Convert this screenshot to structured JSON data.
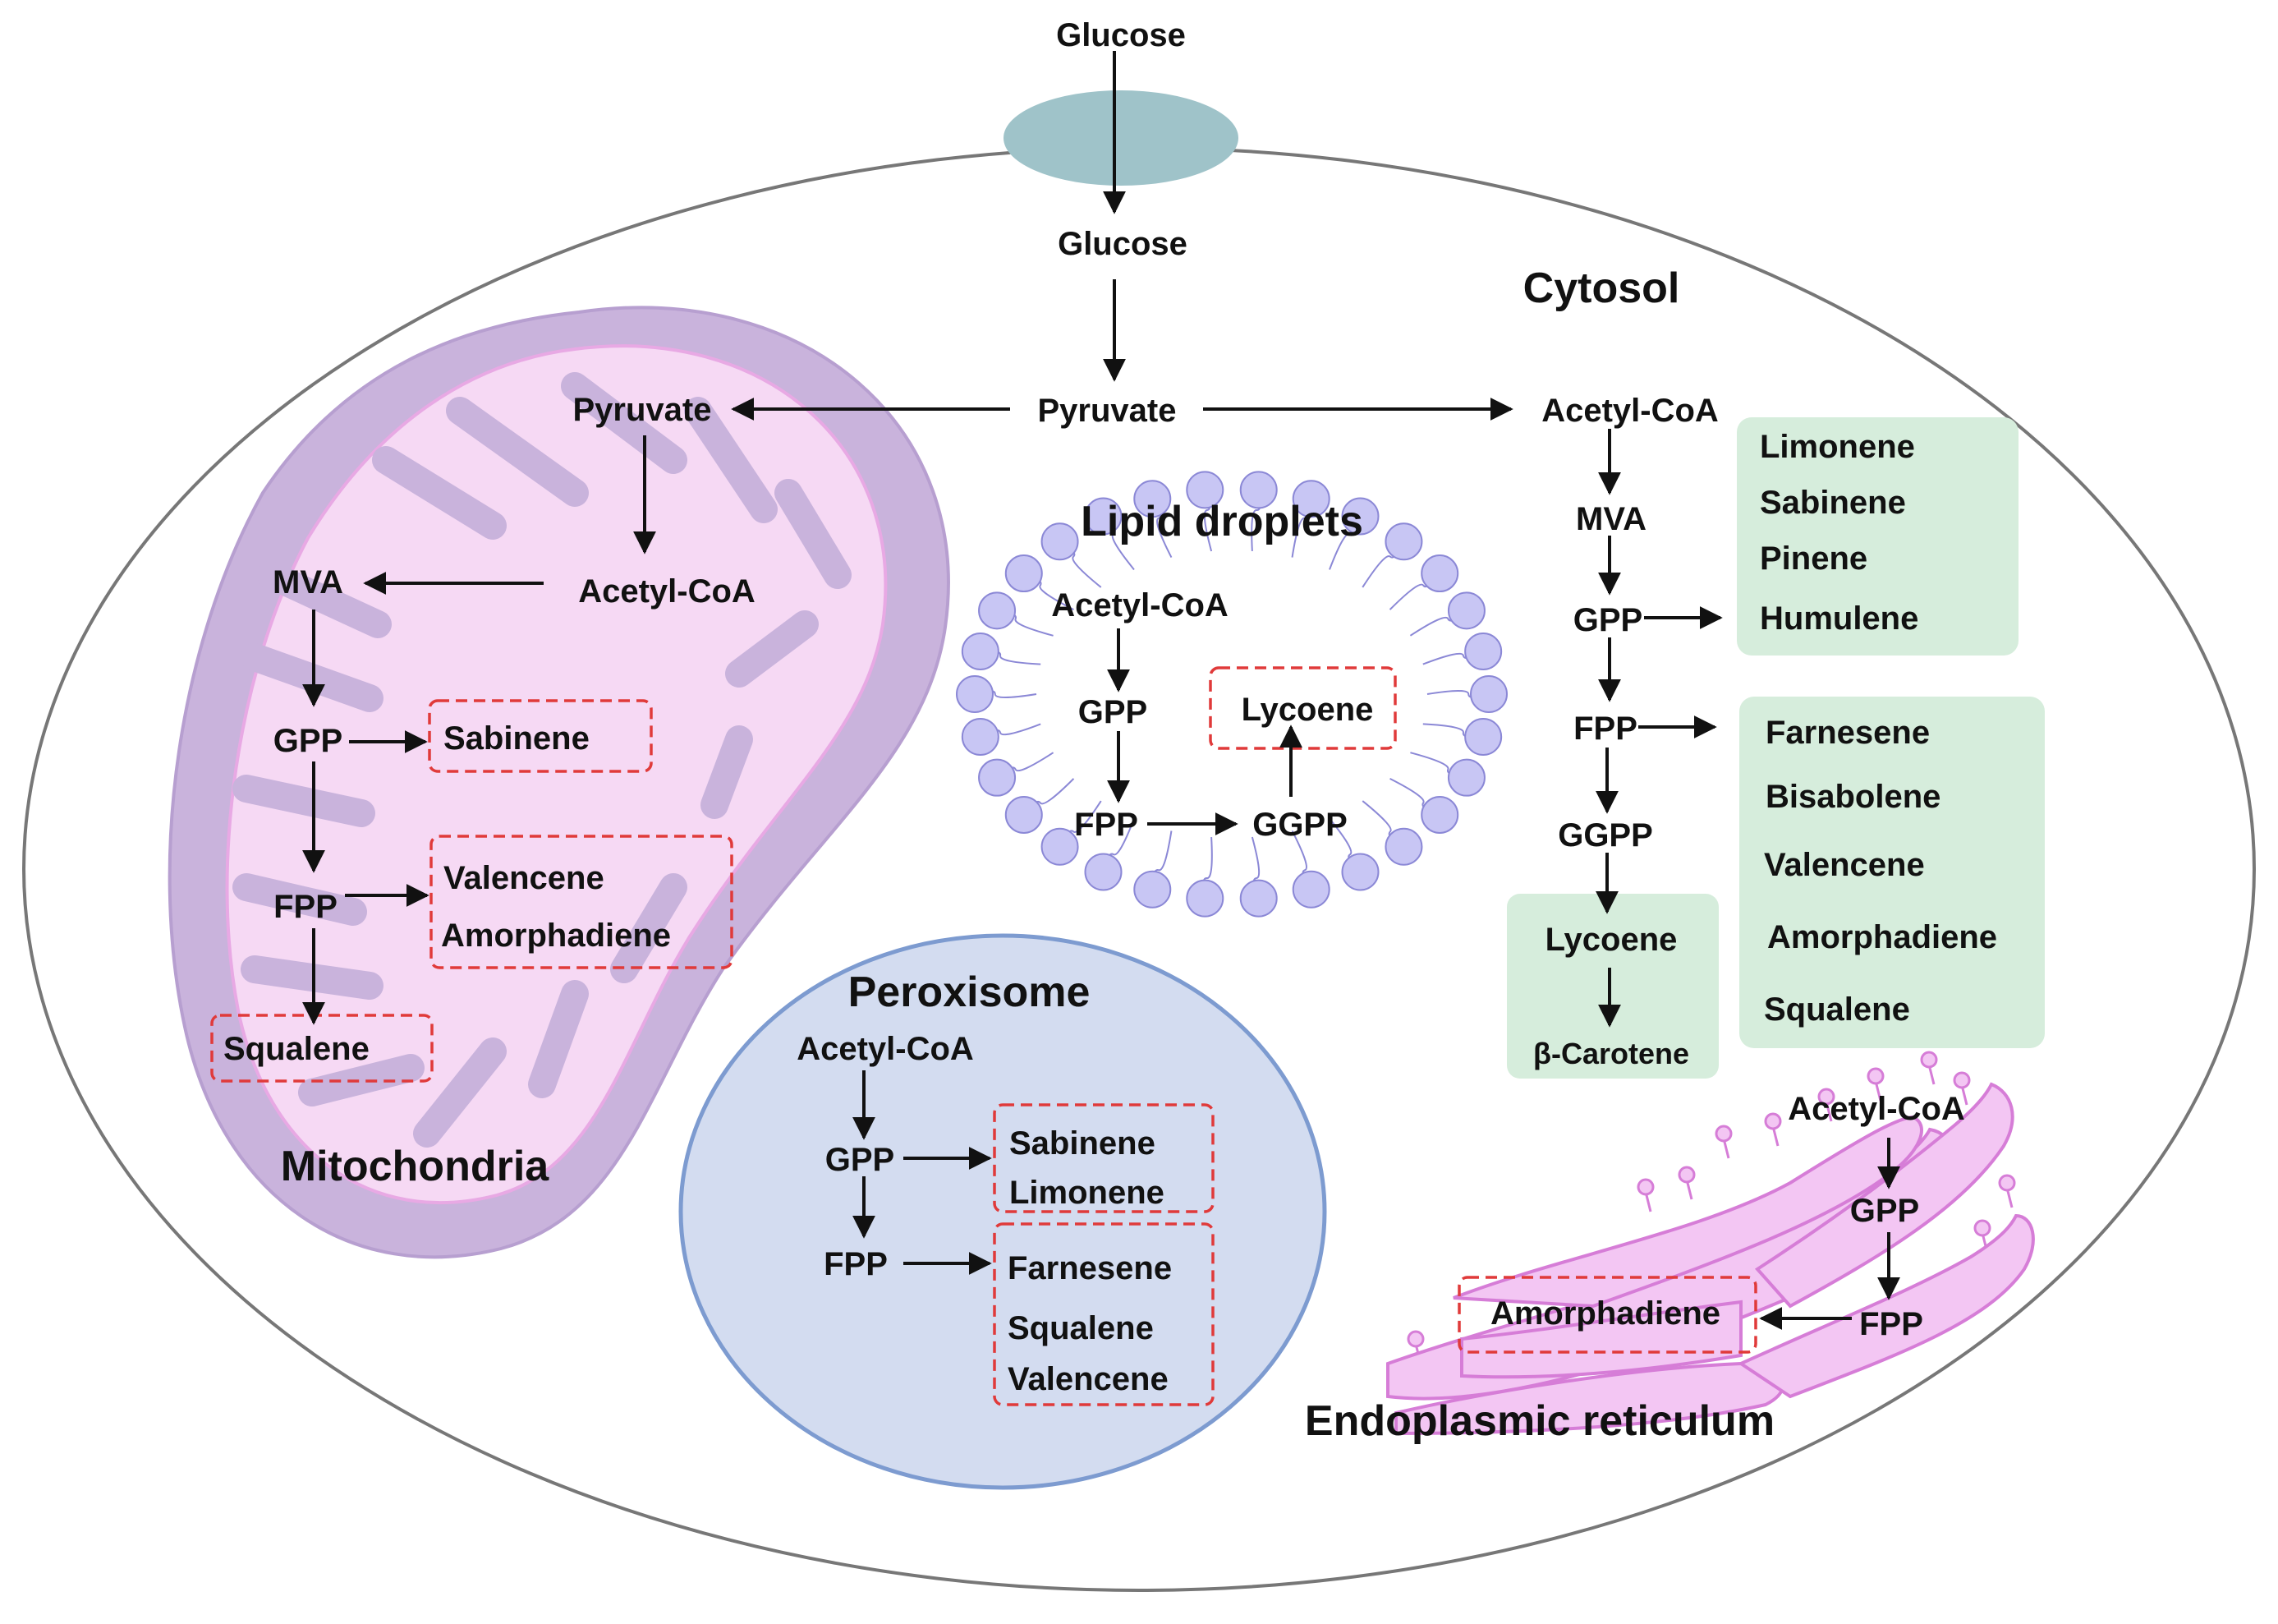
{
  "colors": {
    "cell_fill": "#ffffff",
    "cell_stroke": "#777777",
    "membrane_channel": "#9fc3c9",
    "mitochondria_outer": "#c9b3dc",
    "mitochondria_inner": "#f6d9f4",
    "mitochondria_cristae": "#e8a9e4",
    "peroxisome_fill": "#d3dcf0",
    "peroxisome_stroke": "#7d9bd0",
    "lipid_head": "#c8c6f4",
    "lipid_head_stroke": "#8b88d6",
    "er_fill": "#f3c6f3",
    "er_stroke": "#d67dd7",
    "product_box": "#d6eddc",
    "dashed_box": "#e03a3a",
    "arrow": "#111111"
  },
  "external": {
    "glucose": "Glucose"
  },
  "cytosol": {
    "title": "Cytosol",
    "glucose": "Glucose",
    "pyruvate": "Pyruvate",
    "acetyl_coa": "Acetyl-CoA",
    "mva": "MVA",
    "gpp": "GPP",
    "fpp": "FPP",
    "ggpp": "GGPP",
    "gpp_products": [
      "Limonene",
      "Sabinene",
      "Pinene",
      "Humulene"
    ],
    "fpp_products": [
      "Farnesene",
      "Bisabolene",
      "Valencene",
      "Amorphadiene",
      "Squalene"
    ],
    "ggpp_products": [
      "Lycoene",
      "β-Carotene"
    ]
  },
  "mitochondria": {
    "title": "Mitochondria",
    "pyruvate": "Pyruvate",
    "acetyl_coa": "Acetyl-CoA",
    "mva": "MVA",
    "gpp": "GPP",
    "fpp": "FPP",
    "gpp_products": [
      "Sabinene"
    ],
    "fpp_products": [
      "Valencene",
      "Amorphadiene"
    ],
    "fpp_products_2": [
      "Squalene"
    ]
  },
  "lipid_droplets": {
    "title": "Lipid droplets",
    "acetyl_coa": "Acetyl-CoA",
    "gpp": "GPP",
    "fpp": "FPP",
    "ggpp": "GGPP",
    "product": "Lycoene"
  },
  "peroxisome": {
    "title": "Peroxisome",
    "acetyl_coa": "Acetyl-CoA",
    "gpp": "GPP",
    "fpp": "FPP",
    "gpp_products": [
      "Sabinene",
      "Limonene"
    ],
    "fpp_products": [
      "Farnesene",
      "Squalene",
      "Valencene"
    ]
  },
  "er": {
    "title": "Endoplasmic reticulum",
    "acetyl_coa": "Acetyl-CoA",
    "gpp": "GPP",
    "fpp": "FPP",
    "product": "Amorphadiene"
  }
}
